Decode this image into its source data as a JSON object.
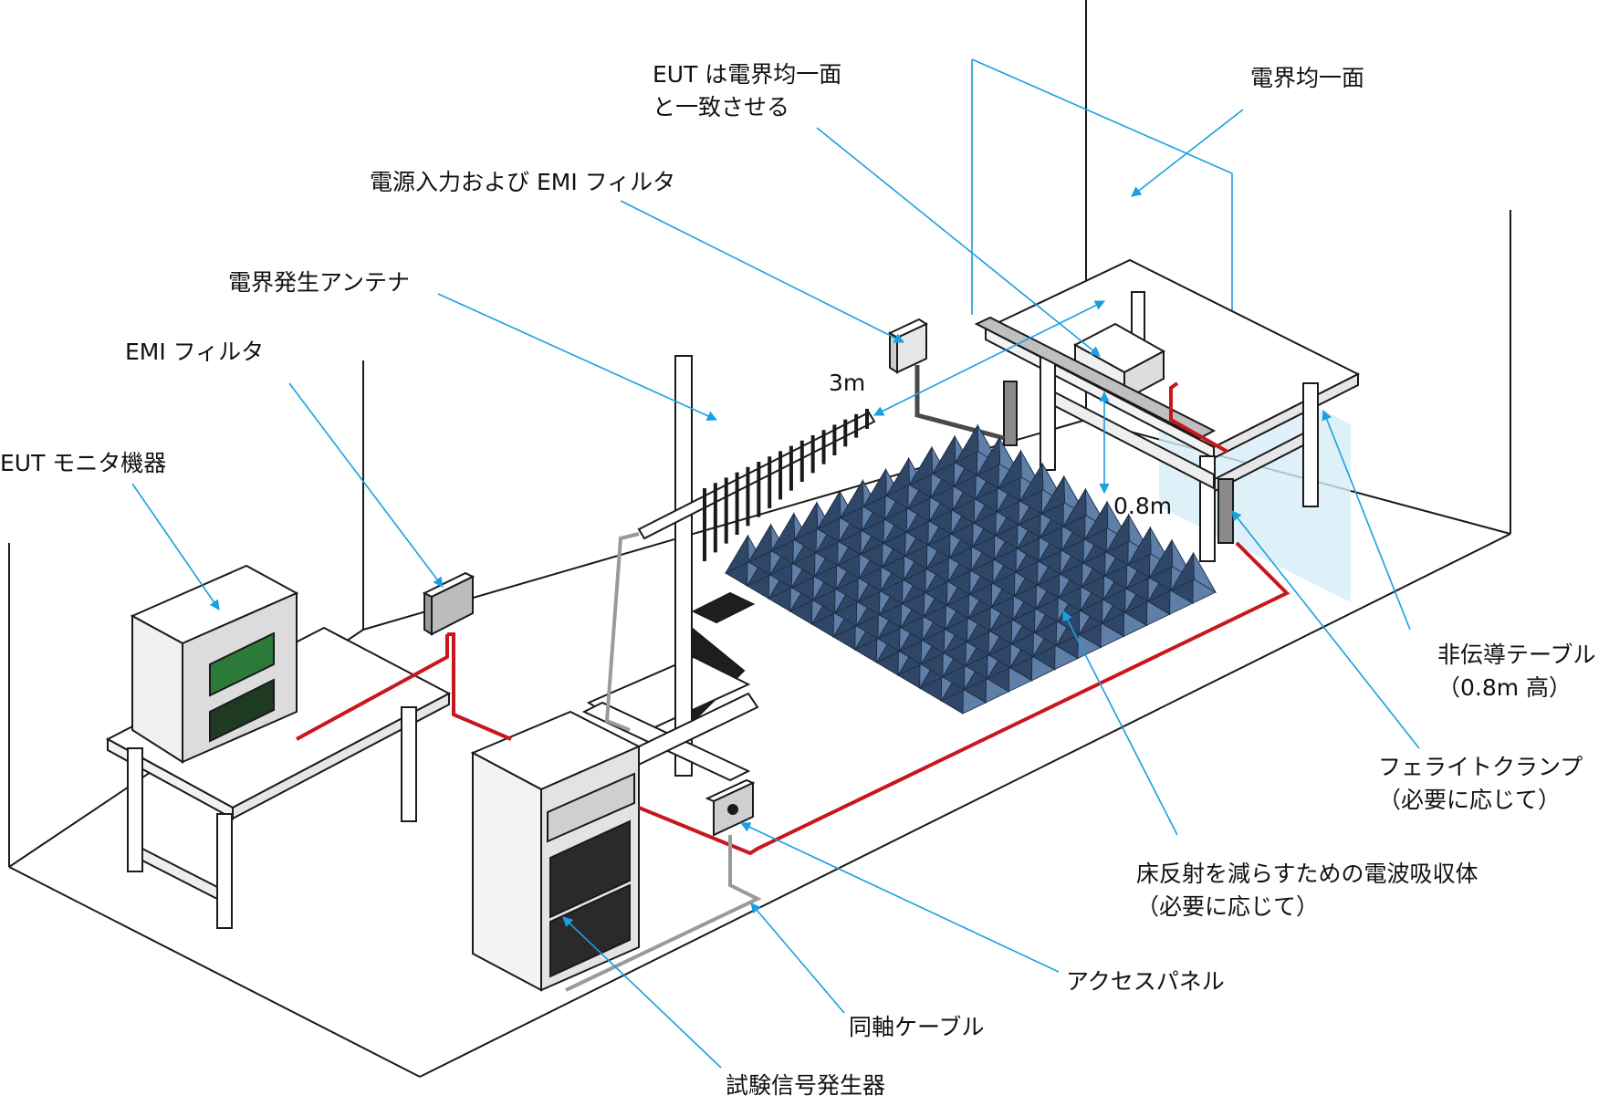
{
  "colors": {
    "leader": "#1a9fe0",
    "cable_red": "#c8161d",
    "absorber": "#5f7fa8",
    "absorber_dark": "#2f4666",
    "field_plane": "#d6eef6",
    "outline": "#1a1a1a",
    "equipment_face": "#e9e9e9",
    "screen": "#2c7a3a"
  },
  "icons": [
    "antenna-icon",
    "absorber-icon",
    "rack-icon",
    "monitor-icon",
    "filter-box-icon",
    "ferrite-clamp-icon",
    "access-panel-icon",
    "table-icon"
  ],
  "labels": {
    "eut_align": [
      "EUT は電界均一面",
      "と一致させる"
    ],
    "field_plane": "電界均一面",
    "power_filter": "電源入力および EMI フィルタ",
    "antenna": "電界発生アンテナ",
    "emi_filter": "EMI フィルタ",
    "eut_monitor": "EUT モニタ機器",
    "distance": "3m",
    "height": "0.8m",
    "table": [
      "非伝導テーブル",
      "（0.8m 高）"
    ],
    "ferrite": [
      "フェライトクランプ",
      "（必要に応じて）"
    ],
    "absorber": [
      "床反射を減らすための電波吸収体",
      "（必要に応じて）"
    ],
    "access_panel": "アクセスパネル",
    "coax": "同軸ケーブル",
    "generator": "試験信号発生器"
  }
}
